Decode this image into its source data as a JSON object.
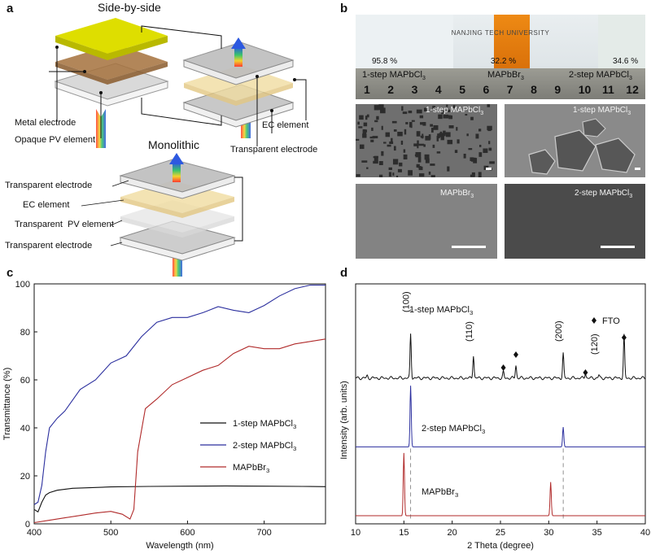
{
  "panels": {
    "a": "a",
    "b": "b",
    "c": "c",
    "d": "d"
  },
  "panel_a": {
    "title_side": "Side-by-side",
    "title_mono": "Monolithic",
    "labels": {
      "metal_electrode": "Metal electrode",
      "opaque_pv": "Opaque PV element",
      "ec_element": "EC element",
      "transparent_electrode": "Transparent electrode",
      "mono_transparent_electrode_top": "Transparent electrode",
      "mono_ec_element": "EC element",
      "mono_transparent_pv": "Transparent  PV element",
      "mono_transparent_electrode_bottom": "Transparent electrode"
    },
    "colors": {
      "metal": "#d8d400",
      "opaque_pv": "#a4713c",
      "ec": "#f0dca0",
      "glass": "#cfcfcf"
    }
  },
  "panel_b": {
    "photo": {
      "banner_text": "NANJING TECH UNIVERSITY",
      "percents": [
        "95.8 %",
        "32.2 %",
        "34.6 %"
      ],
      "ruler_labels": [
        "1-step MAPbCl",
        "MAPbBr",
        "2-step MAPbCl"
      ],
      "ruler_subscripts": [
        "3",
        "3",
        "3"
      ],
      "ruler_numbers": [
        "1",
        "2",
        "3",
        "4",
        "5",
        "6",
        "7",
        "8",
        "9",
        "10",
        "11",
        "12"
      ]
    },
    "sem": [
      {
        "label": "1-step MAPbCl",
        "sub": "3"
      },
      {
        "label": "1-step MAPbCl",
        "sub": "3"
      },
      {
        "label": "MAPbBr",
        "sub": "3"
      },
      {
        "label": "2-step MAPbCl",
        "sub": "3"
      }
    ]
  },
  "chart_data": [
    {
      "type": "line",
      "panel": "c",
      "xlabel": "Wavelength (nm)",
      "ylabel": "Transmittance (%)",
      "xlim": [
        400,
        780
      ],
      "ylim": [
        0,
        100
      ],
      "xticks": [
        400,
        500,
        600,
        700
      ],
      "yticks": [
        0,
        20,
        40,
        60,
        80,
        100
      ],
      "grid": false,
      "legend": "center-right",
      "series": [
        {
          "name": "1-step MAPbCl3",
          "legend_text": "1-step MAPbCl",
          "legend_sub": "3",
          "color": "#111111",
          "x": [
            400,
            405,
            410,
            415,
            420,
            430,
            450,
            500,
            550,
            600,
            650,
            700,
            750,
            780
          ],
          "y": [
            6,
            5,
            9,
            12,
            13,
            14,
            14.8,
            15.4,
            15.6,
            15.7,
            15.8,
            15.7,
            15.6,
            15.5
          ]
        },
        {
          "name": "2-step MAPbCl3",
          "legend_text": "2-step MAPbCl",
          "legend_sub": "3",
          "color": "#2b2f9e",
          "x": [
            400,
            405,
            410,
            415,
            420,
            430,
            440,
            460,
            480,
            500,
            520,
            540,
            560,
            580,
            600,
            620,
            640,
            660,
            680,
            700,
            720,
            740,
            760,
            780
          ],
          "y": [
            8,
            9,
            16,
            30,
            40,
            44,
            47,
            56,
            60,
            67,
            70,
            78,
            84,
            86,
            86,
            88,
            90.5,
            89,
            88,
            91,
            95,
            98,
            99.5,
            99.5
          ]
        },
        {
          "name": "MAPbBr3",
          "legend_text": "MAPbBr",
          "legend_sub": "3",
          "color": "#b02a2a",
          "x": [
            400,
            420,
            440,
            460,
            480,
            500,
            515,
            525,
            530,
            535,
            545,
            560,
            580,
            600,
            620,
            640,
            660,
            680,
            700,
            720,
            740,
            760,
            780
          ],
          "y": [
            0.5,
            1.5,
            2.5,
            3.5,
            4.5,
            5.2,
            4,
            2,
            6,
            30,
            48,
            52,
            58,
            61,
            64,
            66,
            71,
            74,
            73,
            73,
            75,
            76,
            77
          ]
        }
      ]
    },
    {
      "type": "line",
      "panel": "d",
      "xlabel": "2 Theta (degree)",
      "ylabel": "Intensity (arb. units)",
      "xlim": [
        10,
        40
      ],
      "xticks": [
        10,
        15,
        20,
        25,
        30,
        35,
        40
      ],
      "grid": false,
      "legend": "top-right",
      "marker_legend": "FTO",
      "peak_labels": [
        {
          "text": "(100)",
          "x": 15.7
        },
        {
          "text": "(110)",
          "x": 22.2
        },
        {
          "text": "(200)",
          "x": 31.5
        },
        {
          "text": "(120)",
          "x": 35.2
        }
      ],
      "fto_markers_x": [
        25.3,
        26.6,
        33.8,
        37.8
      ],
      "dashed_lines_x": [
        15.7,
        31.5
      ],
      "series": [
        {
          "name": "1-step MAPbCl3",
          "label_text": "1-step MAPbCl",
          "label_sub": "3",
          "color": "#111111",
          "offset": 2.0,
          "peaks": [
            [
              11.2,
              0.03
            ],
            [
              15.7,
              0.58
            ],
            [
              22.2,
              0.3
            ],
            [
              25.3,
              0.08
            ],
            [
              26.6,
              0.17
            ],
            [
              31.5,
              0.32
            ],
            [
              33.8,
              0.06
            ],
            [
              35.2,
              0.04
            ],
            [
              37.8,
              0.56
            ]
          ]
        },
        {
          "name": "2-step MAPbCl3",
          "label_text": "2-step MAPbCl",
          "label_sub": "3",
          "color": "#2b2f9e",
          "offset": 1.0,
          "peaks": [
            [
              15.7,
              0.8
            ],
            [
              31.5,
              0.26
            ]
          ]
        },
        {
          "name": "MAPbBr3",
          "label_text": "MAPbBr",
          "label_sub": "3",
          "color": "#b02a2a",
          "offset": 0.0,
          "peaks": [
            [
              15.0,
              0.82
            ],
            [
              30.2,
              0.44
            ]
          ]
        }
      ]
    }
  ]
}
